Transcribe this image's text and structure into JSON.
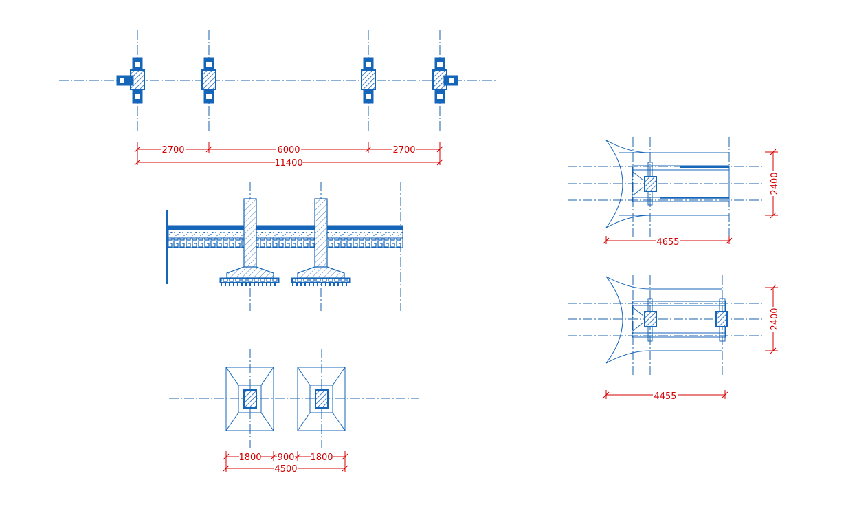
{
  "colors": {
    "structure": "#1565b8",
    "centerline": "#1a5fa8",
    "dimension": "#d40000",
    "background": "#ffffff"
  },
  "plan_top": {
    "spans": [
      "2700",
      "6000",
      "2700"
    ],
    "total": "11400"
  },
  "plan_bottom": {
    "spans": [
      "1800",
      "900",
      "1800"
    ],
    "total": "4500"
  },
  "detail_upper": {
    "width": "4655",
    "height": "2400"
  },
  "detail_lower": {
    "width": "4455",
    "height": "2400"
  }
}
